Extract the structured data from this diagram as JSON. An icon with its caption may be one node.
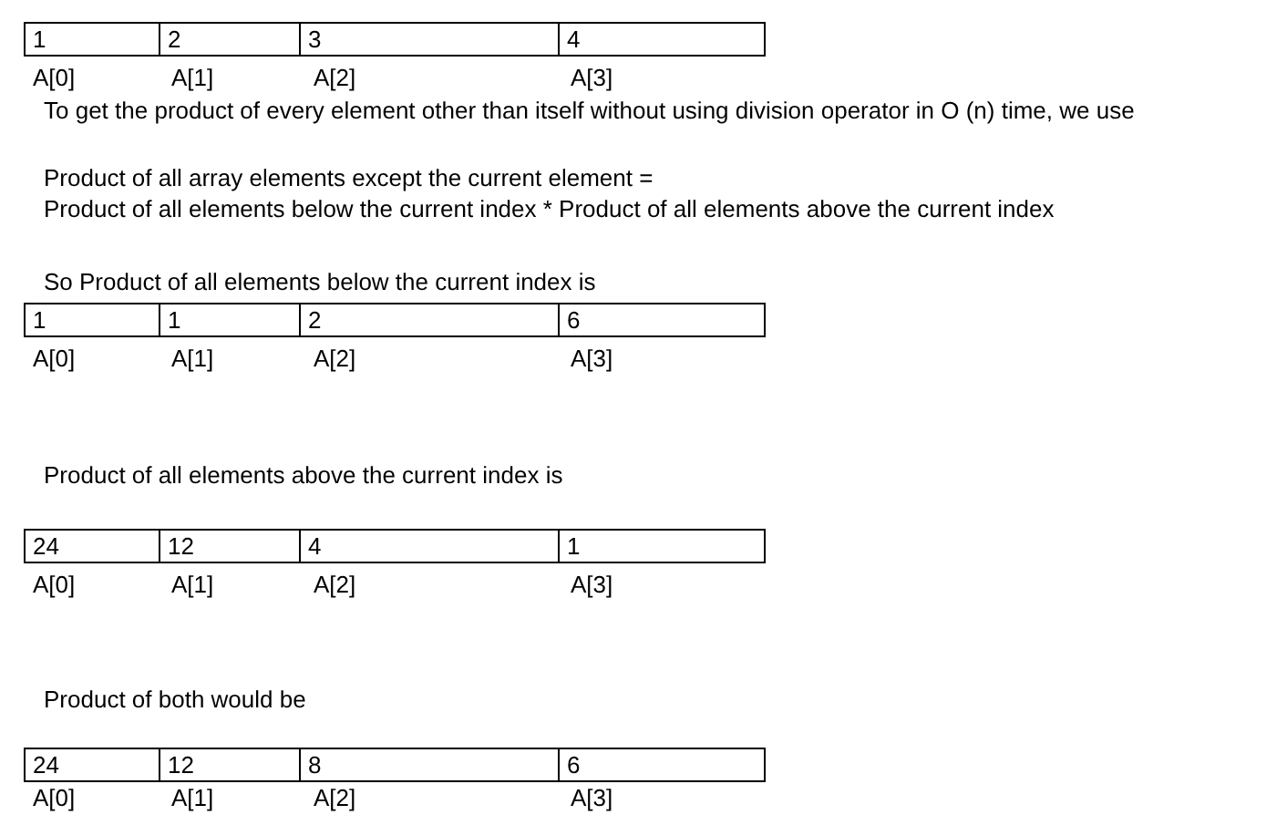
{
  "diagram": {
    "labels": [
      "1",
      "2",
      "3",
      "4",
      "A[0]",
      "A[1]",
      "A[2]",
      "A[3]",
      "To get the product of every element other than itself without using division operator in O (n) time, we use",
      "Product of all array elements except the current element =",
      "Product of all elements below the current index * Product of all elements above the current index",
      "So Product of all elements below the current index is",
      "1",
      "1",
      "2",
      "6",
      "A[0]",
      "A[1]",
      "A[2]",
      "A[3]",
      "Product of all elements above the current index is",
      "24",
      "12",
      "4",
      "1",
      "A[0]",
      "A[1]",
      "A[2]",
      "A[3]",
      "Product of both would be",
      "24",
      "12",
      "8",
      "6",
      "A[0]",
      "A[1]",
      "A[2]",
      "A[3]"
    ]
  }
}
